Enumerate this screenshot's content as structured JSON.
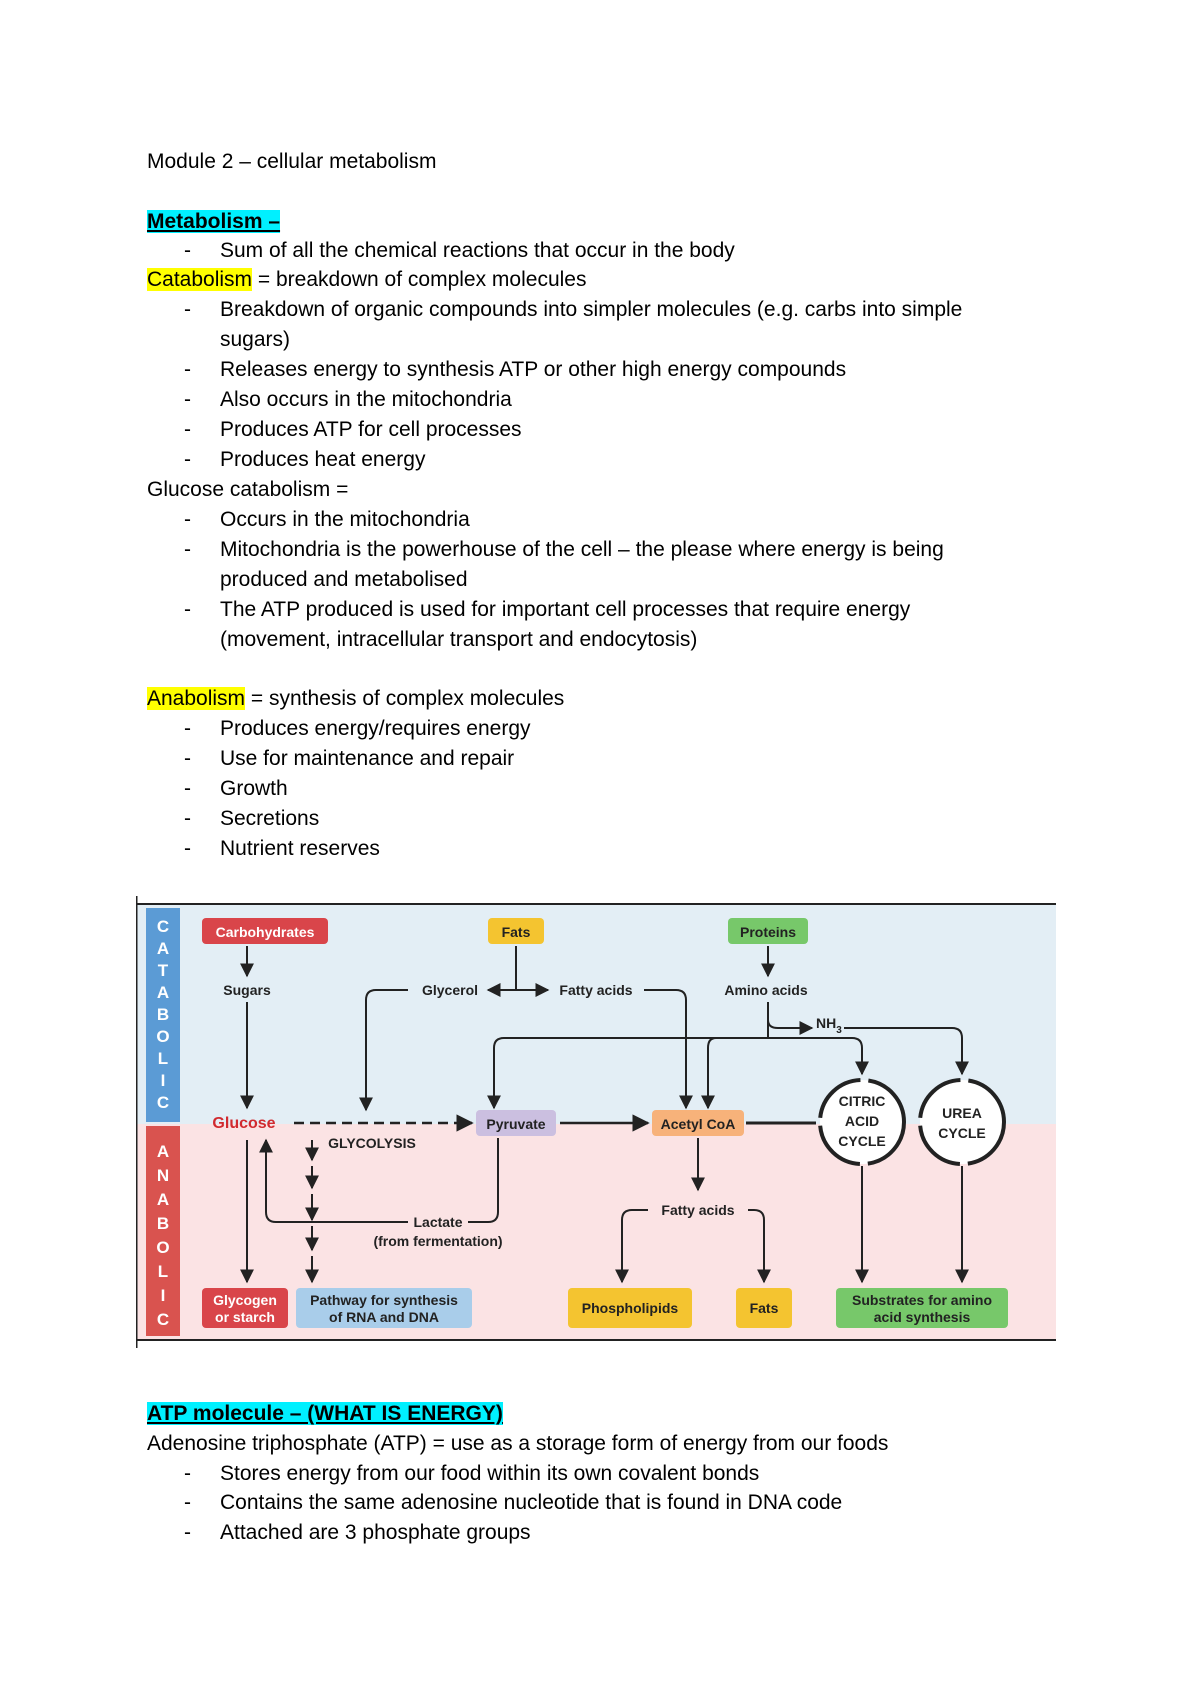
{
  "doc": {
    "title": "Module 2 – cellular metabolism",
    "metabolism": {
      "heading": "Metabolism –",
      "bullets": [
        "Sum of all the chemical reactions that occur in the body"
      ]
    },
    "catabolism": {
      "term": "Catabolism",
      "def": " = breakdown of complex molecules",
      "bullets": [
        "Breakdown of organic compounds into simpler molecules (e.g. carbs into simple",
        "sugars)",
        "Releases energy to synthesis ATP or other high energy compounds",
        "Also occurs in the mitochondria",
        "Produces ATP for cell processes",
        "Produces heat energy"
      ]
    },
    "glucose_catabolism": {
      "heading": "Glucose catabolism =",
      "bullets": [
        "Occurs in the mitochondria",
        "Mitochondria is the powerhouse of the cell – the please where energy is being",
        "produced and metabolised",
        "The ATP produced is used for important cell processes that require energy",
        "(movement, intracellular transport and endocytosis)"
      ]
    },
    "anabolism": {
      "term": "Anabolism",
      "def": " = synthesis of complex molecules",
      "bullets": [
        "Produces energy/requires energy",
        "Use for maintenance and repair",
        "Growth",
        "Secretions",
        "Nutrient reserves"
      ]
    },
    "atp": {
      "heading": "ATP molecule – (WHAT IS ENERGY)",
      "intro": "Adenosine triphosphate (ATP) = use as a storage form of energy from our foods",
      "bullets": [
        "Stores energy from our food within its own covalent bonds",
        "Contains the same adenosine nucleotide that is found in DNA code",
        "Attached are 3 phosphate groups"
      ]
    },
    "dash": "-"
  },
  "diagram": {
    "catabolic_letters": [
      "C",
      "A",
      "T",
      "A",
      "B",
      "O",
      "L",
      "I",
      "C"
    ],
    "anabolic_letters": [
      "A",
      "N",
      "A",
      "B",
      "O",
      "L",
      "I",
      "C"
    ],
    "labels": {
      "carbohydrates": "Carbohydrates",
      "fats_top": "Fats",
      "proteins": "Proteins",
      "sugars": "Sugars",
      "glycerol": "Glycerol",
      "fatty_acids_top": "Fatty acids",
      "amino_acids": "Amino acids",
      "nh3": "NH",
      "nh3_sub": "3",
      "glucose": "Glucose",
      "glycolysis": "GLYCOLYSIS",
      "pyruvate": "Pyruvate",
      "acetyl_coa": "Acetyl CoA",
      "citric_1": "CITRIC",
      "citric_2": "ACID",
      "citric_3": "CYCLE",
      "urea_1": "UREA",
      "urea_2": "CYCLE",
      "lactate": "Lactate",
      "from_fermentation": "(from fermentation)",
      "fatty_acids_bottom": "Fatty acids",
      "glycogen_1": "Glycogen",
      "glycogen_2": "or starch",
      "pathway_1": "Pathway for synthesis",
      "pathway_2": "of RNA and DNA",
      "phospholipids": "Phospholipids",
      "fats_bottom": "Fats",
      "substrates_1": "Substrates for amino",
      "substrates_2": "acid synthesis"
    },
    "colors": {
      "catabolic_bg": "#e3eef5",
      "anabolic_bg": "#fbe3e4",
      "side_blue": "#5b9bd5",
      "side_red": "#d9534f",
      "red_box": "#d9454a",
      "yellow_box": "#f4c430",
      "green_box": "#77c86a",
      "purple_box": "#cbbfe0",
      "orange_box": "#f7b27a",
      "blue_box": "#a9cdea",
      "glucose_text": "#d12a2f"
    }
  }
}
